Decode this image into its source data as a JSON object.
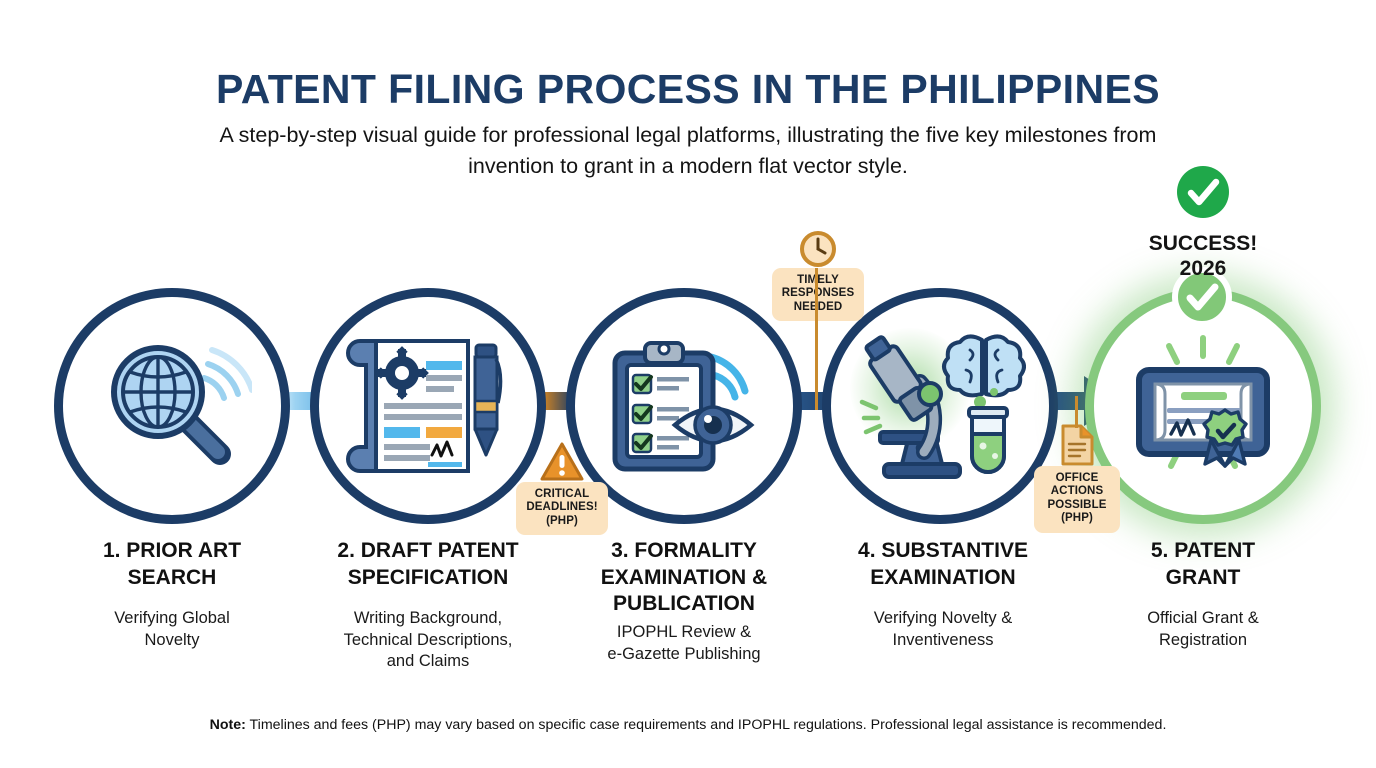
{
  "header": {
    "title": "PATENT FILING PROCESS IN THE PHILIPPINES",
    "subtitle": "A step-by-step visual guide for professional legal platforms, illustrating the five key milestones from invention to grant in a modern flat vector style."
  },
  "steps": [
    {
      "label": "1. PRIOR ART\nSEARCH",
      "desc": "Verifying Global\nNovelty",
      "icon": "globe-magnifier-icon"
    },
    {
      "label": "2. DRAFT PATENT\nSPECIFICATION",
      "desc": "Writing Background,\nTechnical Descriptions,\nand Claims",
      "icon": "document-gear-pen-icon"
    },
    {
      "label": "3. FORMALITY\nEXAMINATION &\nPUBLICATION",
      "desc": "IPOPHL Review &\ne-Gazette Publishing",
      "icon": "clipboard-checklist-eye-icon"
    },
    {
      "label": "4. SUBSTANTIVE\nEXAMINATION",
      "desc": "Verifying Novelty &\nInventiveness",
      "icon": "microscope-brain-testtube-icon"
    },
    {
      "label": "5. PATENT\nGRANT",
      "desc": "Official Grant &\nRegistration",
      "icon": "certificate-ribbon-icon"
    }
  ],
  "callouts": [
    {
      "id": "critical-deadlines",
      "text": "CRITICAL\nDEADLINES!\n(PHP)",
      "icon": "warning-triangle-icon"
    },
    {
      "id": "timely-responses",
      "text": "TIMELY\nRESPONSES\nNEEDED",
      "icon": "clock-icon"
    },
    {
      "id": "office-actions",
      "text": "OFFICE\nACTIONS\nPOSSIBLE\n(PHP)",
      "icon": "document-icon"
    }
  ],
  "success": {
    "text": "SUCCESS!\n2026",
    "icon": "check-circle-icon"
  },
  "footer": {
    "prefix": "Note:",
    "text": " Timelines and fees (PHP) may vary based on specific case requirements and IPOPHL regulations. Professional legal assistance is recommended."
  },
  "colors": {
    "navy": "#1c3c66",
    "light_blue": "#4aa8e0",
    "green": "#22a84a",
    "soft_green": "#86c97e",
    "amber": "#e8922a",
    "callout_bg": "#fbe3c0"
  }
}
